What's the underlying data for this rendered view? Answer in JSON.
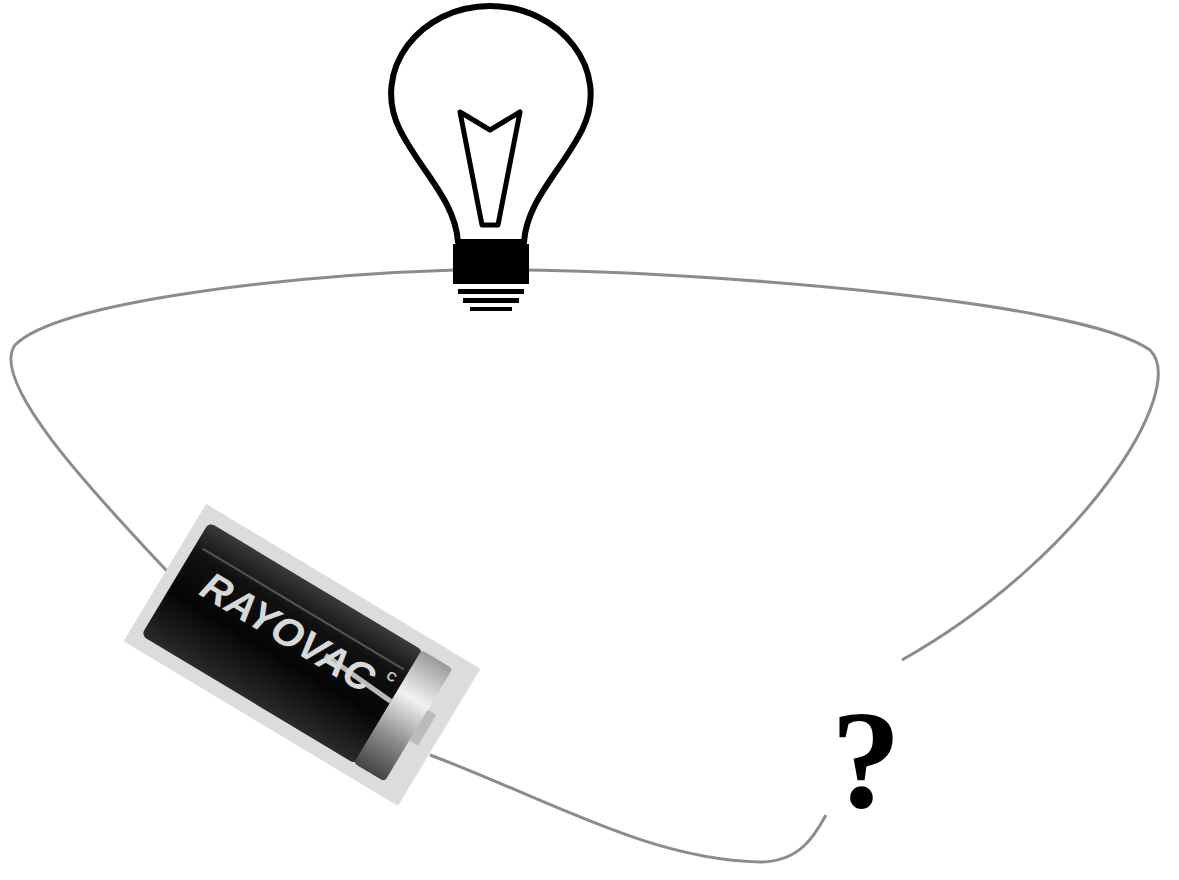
{
  "diagram": {
    "labels": [
      "RAYOVAC",
      "C",
      "?"
    ]
  }
}
